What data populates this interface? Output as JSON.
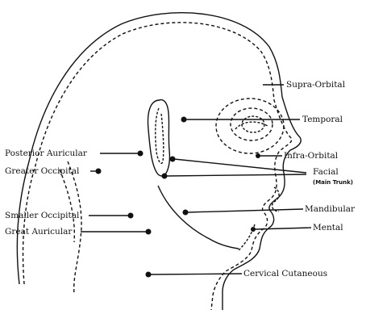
{
  "labels": {
    "supra_orbital": "Supra-Orbital",
    "temporal": "Temporal",
    "infra_orbital": "Infra-Orbital",
    "facial": "Facial",
    "facial_sub": "(Main Trunk)",
    "mandibular": "Mandibular",
    "mental": "Mental",
    "cervical_cutaneous": "Cervical Cutaneous",
    "posterior_auricular": "Posterior Auricular",
    "greater_occipital": "Greater Occipital",
    "smaller_occipital": "Smaller Occipital",
    "great_auricular": "Great Auricular"
  }
}
